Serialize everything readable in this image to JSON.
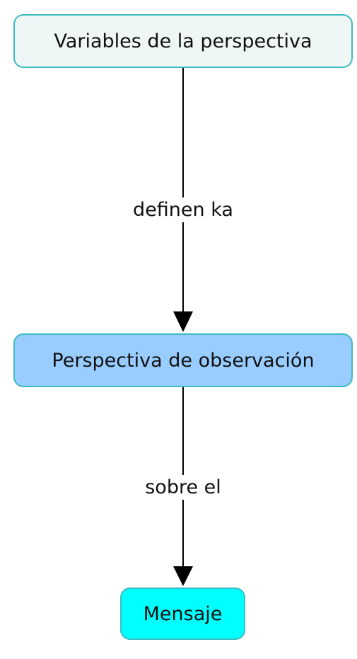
{
  "concepts": [
    {
      "label": "Variables de la perspectiva",
      "fill": "#eef6f6"
    },
    {
      "label": "Perspectiva de observación",
      "fill": "#99ccff"
    },
    {
      "label": "Mensaje",
      "fill": "#00ffff"
    }
  ],
  "links": [
    {
      "label": "definen ka",
      "from": 0,
      "to": 1
    },
    {
      "label": "sobre el",
      "from": 1,
      "to": 2
    }
  ],
  "colors": {
    "node_border": "#3fbcbf",
    "line": "#000000"
  }
}
